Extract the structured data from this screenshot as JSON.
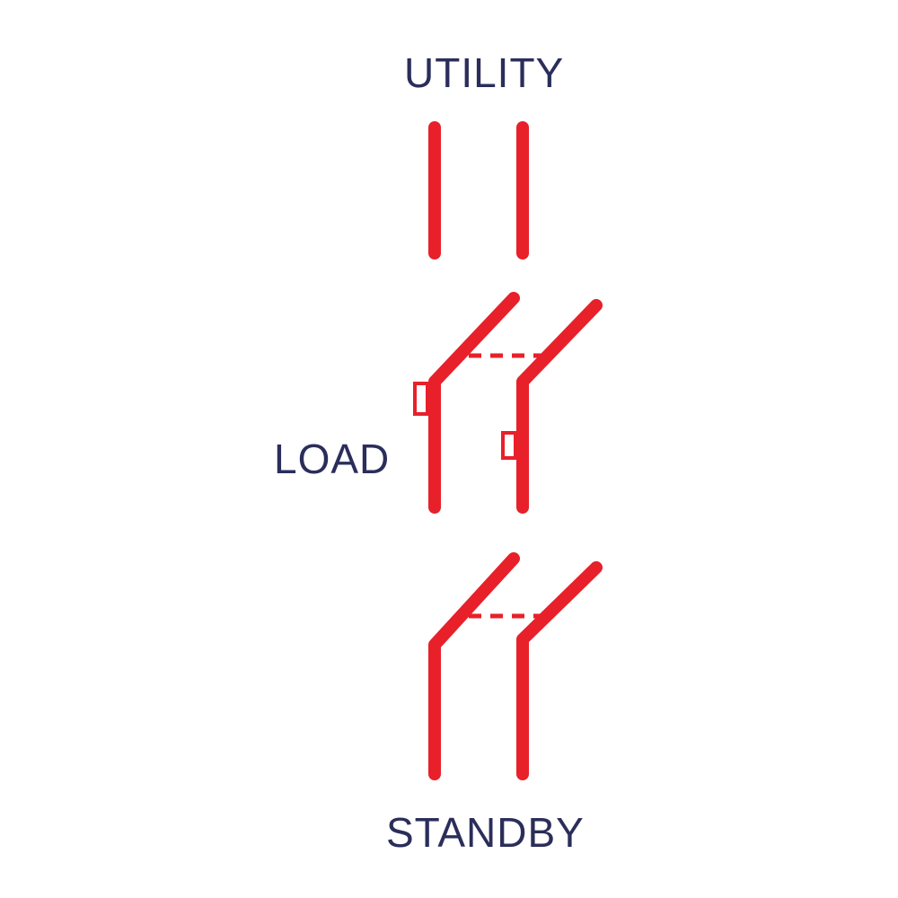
{
  "labels": {
    "utility": "UTILITY",
    "load": "LOAD",
    "standby": "STANDBY"
  },
  "colors": {
    "conductor": "#e8202a",
    "text": "#2b2e5a",
    "background": "#ffffff"
  }
}
